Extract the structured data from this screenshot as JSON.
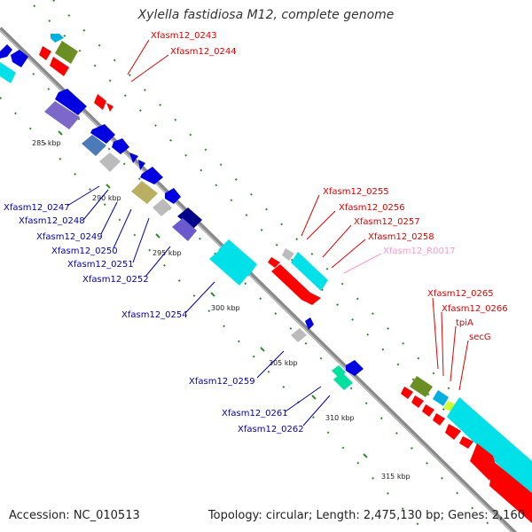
{
  "title": "Xylella fastidiosa M12, complete genome",
  "footer": {
    "accession": "Accession: NC_010513",
    "summary": "Topology: circular; Length: 2,475,130 bp; Genes: 2,160"
  },
  "colors": {
    "backbone": "#888888",
    "forward_label": "#e00000",
    "reverse_label": "#0000b0",
    "rna_label": "#ff99cc",
    "tick": "#2e8b2e"
  },
  "ticks": [
    "285 kbp",
    "290 kbp",
    "295 kbp",
    "300 kbp",
    "305 kbp",
    "310 kbp",
    "315 kbp"
  ],
  "forward_labels": [
    "Xfasm12_0243",
    "Xfasm12_0244",
    "Xfasm12_0255",
    "Xfasm12_0256",
    "Xfasm12_0257",
    "Xfasm12_0258",
    "Xfasm12_R0017",
    "Xfasm12_0265",
    "Xfasm12_0266",
    "tpiA",
    "secG"
  ],
  "reverse_labels": [
    "Xfasm12_0247",
    "Xfasm12_0248",
    "Xfasm12_0249",
    "Xfasm12_0250",
    "Xfasm12_0251",
    "Xfasm12_0252",
    "Xfasm12_0254",
    "Xfasm12_0259",
    "Xfasm12_0261",
    "Xfasm12_0262"
  ]
}
